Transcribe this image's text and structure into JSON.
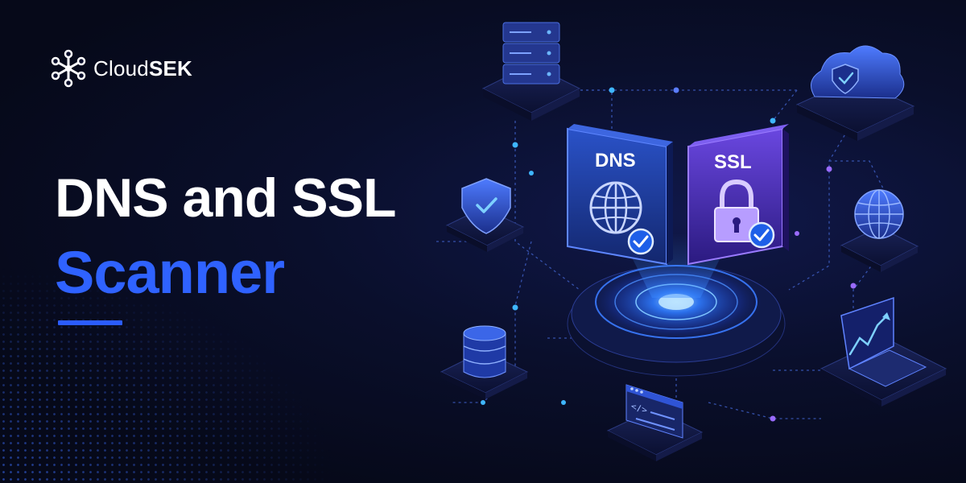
{
  "brand": {
    "name_light": "Cloud",
    "name_bold": "SEK"
  },
  "headline": {
    "line1": "DNS and SSL",
    "line2": "Scanner"
  },
  "cards": {
    "dns_label": "DNS",
    "ssl_label": "SSL"
  },
  "icons": [
    "server-stack-icon",
    "cloud-shield-icon",
    "shield-check-icon",
    "globe-icon",
    "database-icon",
    "code-window-icon",
    "laptop-chart-icon",
    "lock-icon",
    "check-badge-icon"
  ],
  "colors": {
    "background": "#070b1f",
    "accent_blue": "#2f62ff",
    "headline_white": "#ffffff",
    "ssl_purple": "#5b3fd6",
    "dns_blue": "#1f3fa8",
    "glow_cyan": "#3fb6ff"
  }
}
